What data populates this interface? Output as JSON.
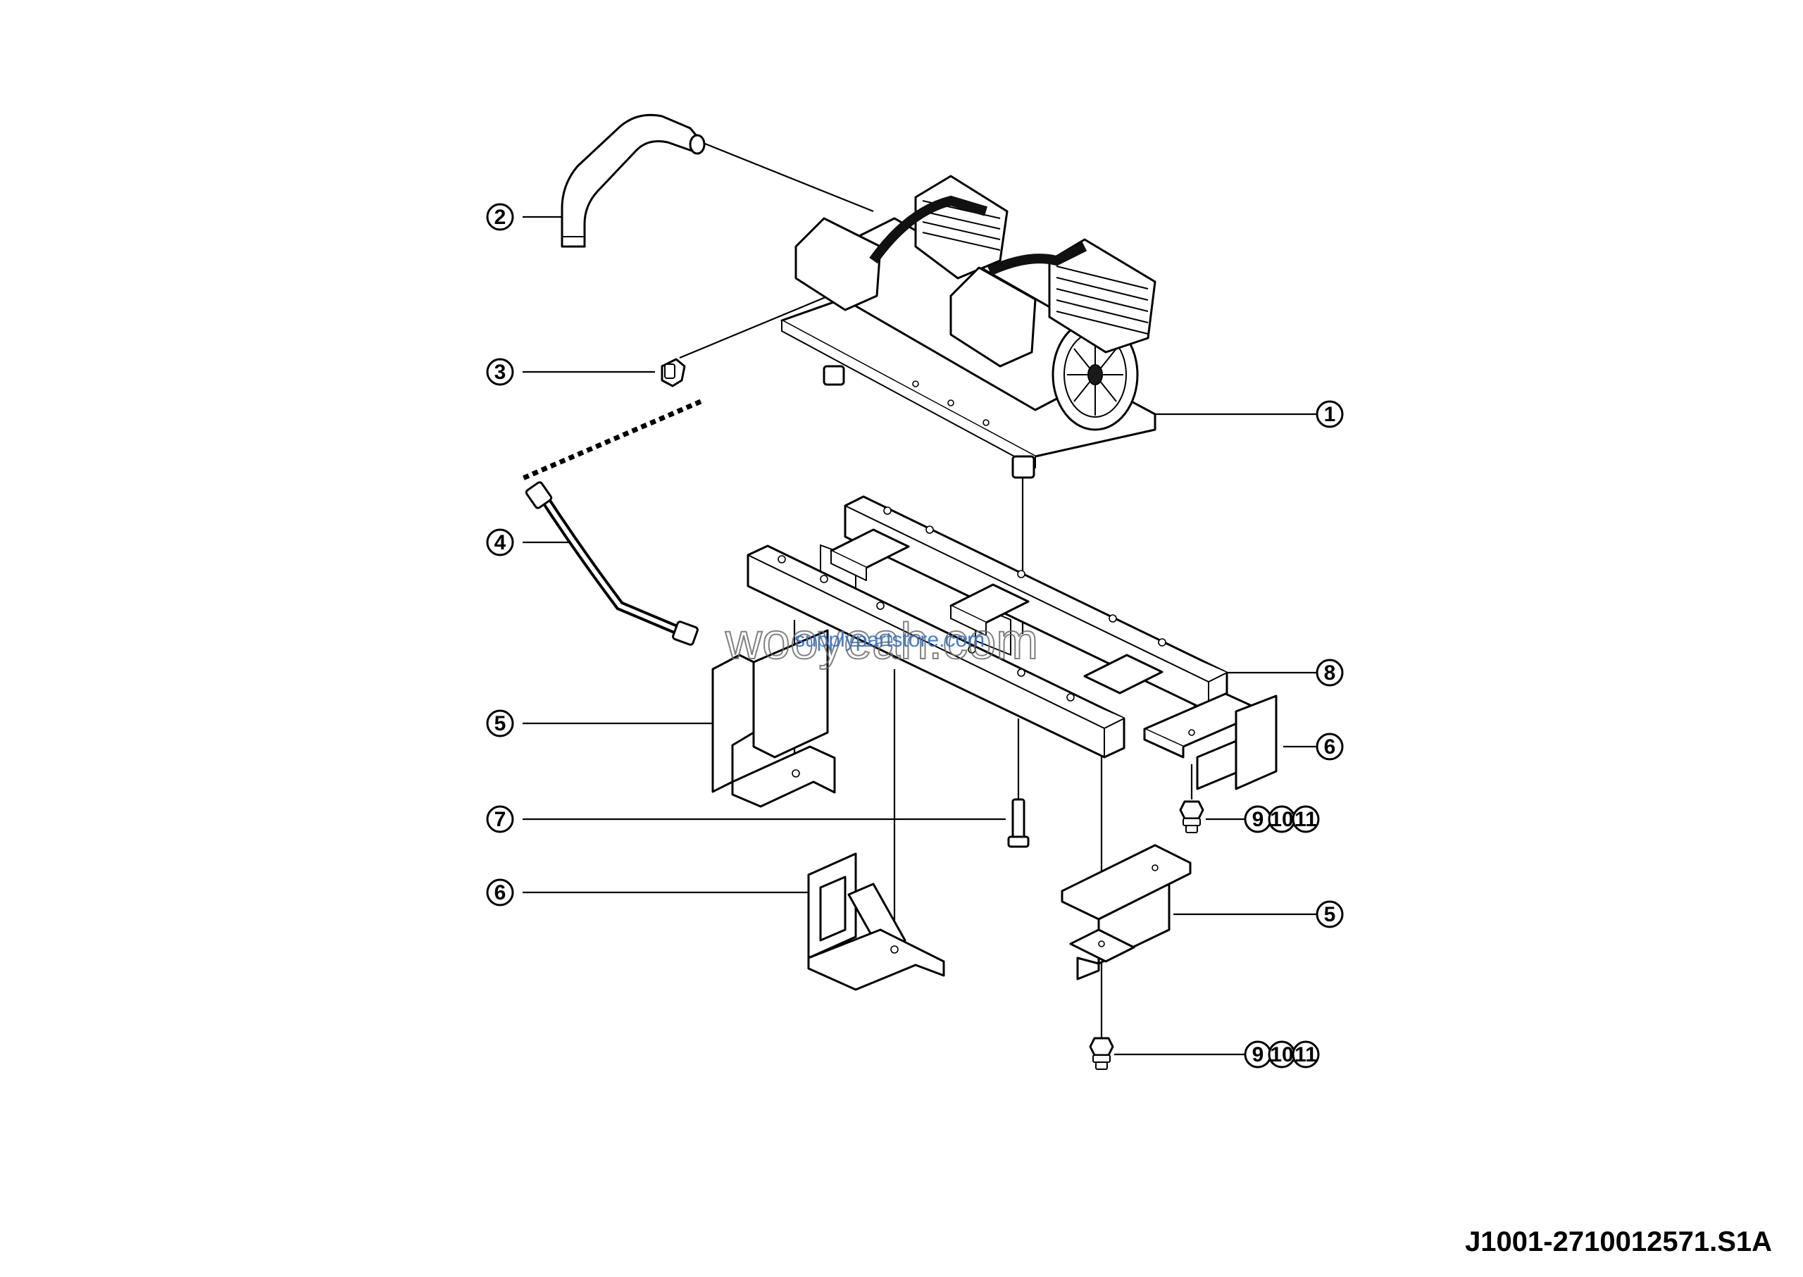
{
  "diagram": {
    "drawing_code": "J1001-2710012571.S1A",
    "watermarks": [
      "wooyeah.com",
      "supplypartstore.com"
    ],
    "callouts": [
      {
        "id": "c1",
        "labels": [
          "1"
        ]
      },
      {
        "id": "c2",
        "labels": [
          "2"
        ]
      },
      {
        "id": "c3",
        "labels": [
          "3"
        ]
      },
      {
        "id": "c4",
        "labels": [
          "4"
        ]
      },
      {
        "id": "c5a",
        "labels": [
          "5"
        ]
      },
      {
        "id": "c5b",
        "labels": [
          "5"
        ]
      },
      {
        "id": "c6a",
        "labels": [
          "6"
        ]
      },
      {
        "id": "c6b",
        "labels": [
          "6"
        ]
      },
      {
        "id": "c7",
        "labels": [
          "7"
        ]
      },
      {
        "id": "c8",
        "labels": [
          "8"
        ]
      },
      {
        "id": "c9a",
        "labels": [
          "9",
          "10",
          "11"
        ]
      },
      {
        "id": "c9b",
        "labels": [
          "9",
          "10",
          "11"
        ]
      }
    ]
  }
}
